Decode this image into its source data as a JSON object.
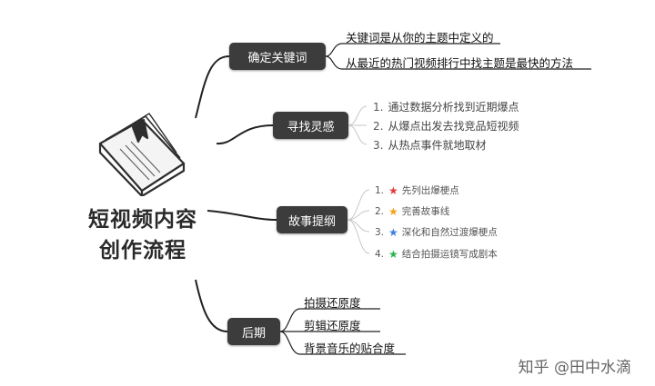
{
  "center": {
    "line1": "短视频内容",
    "line2": "创作流程"
  },
  "branches": [
    {
      "label": "确定关键词",
      "leaves": [
        "关键词是从你的主题中定义的",
        "从最近的热门视频排行中找主题是最快的方法"
      ]
    },
    {
      "label": "寻找灵感",
      "items": [
        {
          "num": "1.",
          "text": "通过数据分析找到近期爆点"
        },
        {
          "num": "2.",
          "text": "从爆点出发去找竞品短视频"
        },
        {
          "num": "3.",
          "text": "从热点事件就地取材"
        }
      ]
    },
    {
      "label": "故事提纲",
      "items": [
        {
          "num": "1.",
          "text": "先列出爆梗点",
          "icon": "red-star-icon",
          "color": "#e23b3b"
        },
        {
          "num": "2.",
          "text": "完善故事线",
          "icon": "orange-star-icon",
          "color": "#f2a31b"
        },
        {
          "num": "3.",
          "text": "深化和自然过渡爆梗点",
          "icon": "blue-star-icon",
          "color": "#3d7fe0"
        },
        {
          "num": "4.",
          "text": "结合拍摄运镜写成剧本",
          "icon": "green-star-icon",
          "color": "#2bb24c"
        }
      ]
    },
    {
      "label": "后期",
      "leaves": [
        "拍摄还原度",
        "剪辑还原度",
        "背景音乐的贴合度"
      ]
    }
  ],
  "watermark": "知乎 @田中水滴",
  "colors": {
    "node": "#3c3c3c",
    "line": "#222222"
  }
}
